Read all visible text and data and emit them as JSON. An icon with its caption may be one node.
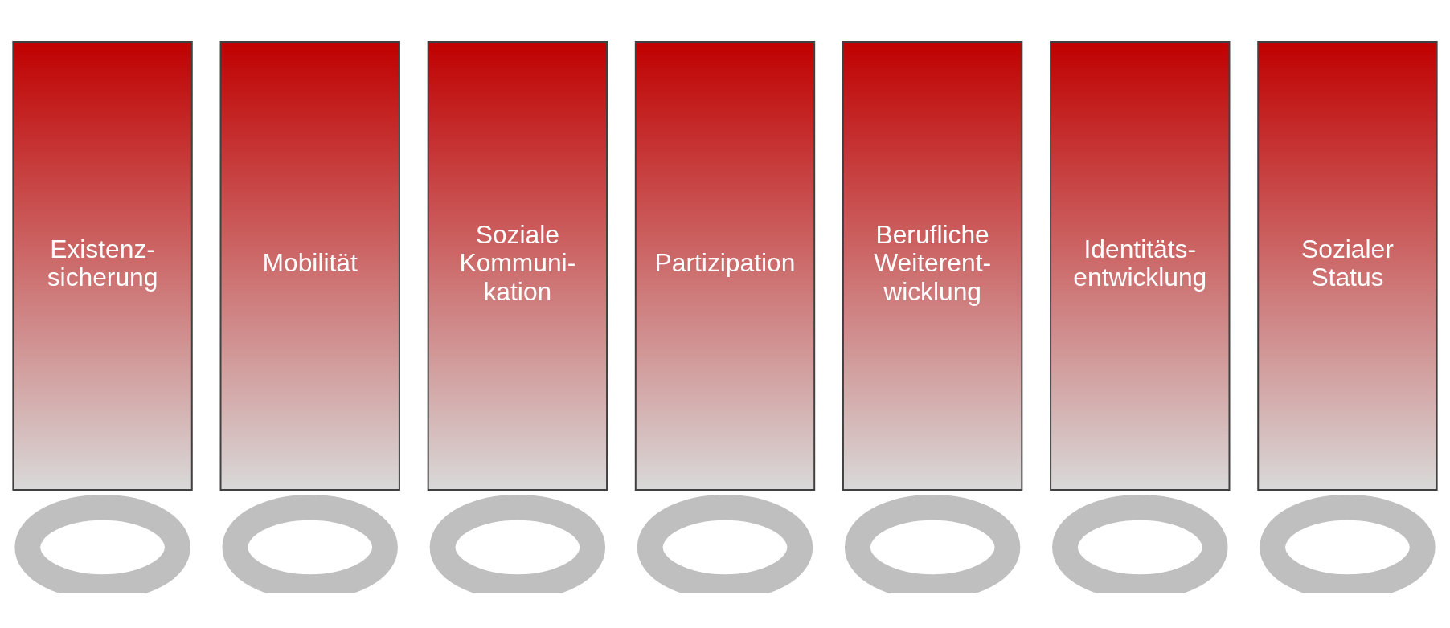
{
  "diagram": {
    "nodes": [
      {
        "text": [
          "Existenz- sicherung"
        ]
      },
      {
        "text": [
          "Mobilität"
        ]
      },
      {
        "text": [
          "Soziale Kommuni- kation"
        ]
      },
      {
        "text": [
          "Partizipation"
        ]
      },
      {
        "text": [
          "Berufliche Weiterent- wicklung"
        ]
      },
      {
        "text": [
          "Identitäts- entwicklung"
        ]
      },
      {
        "text": [
          "Sozialer Status"
        ]
      },
      {
        "text": [],
        "shape": "ring"
      },
      {
        "text": [],
        "shape": "ring"
      },
      {
        "text": [],
        "shape": "ring"
      },
      {
        "text": [],
        "shape": "ring"
      },
      {
        "text": [],
        "shape": "ring"
      },
      {
        "text": [],
        "shape": "ring"
      },
      {
        "text": [],
        "shape": "ring"
      }
    ]
  }
}
